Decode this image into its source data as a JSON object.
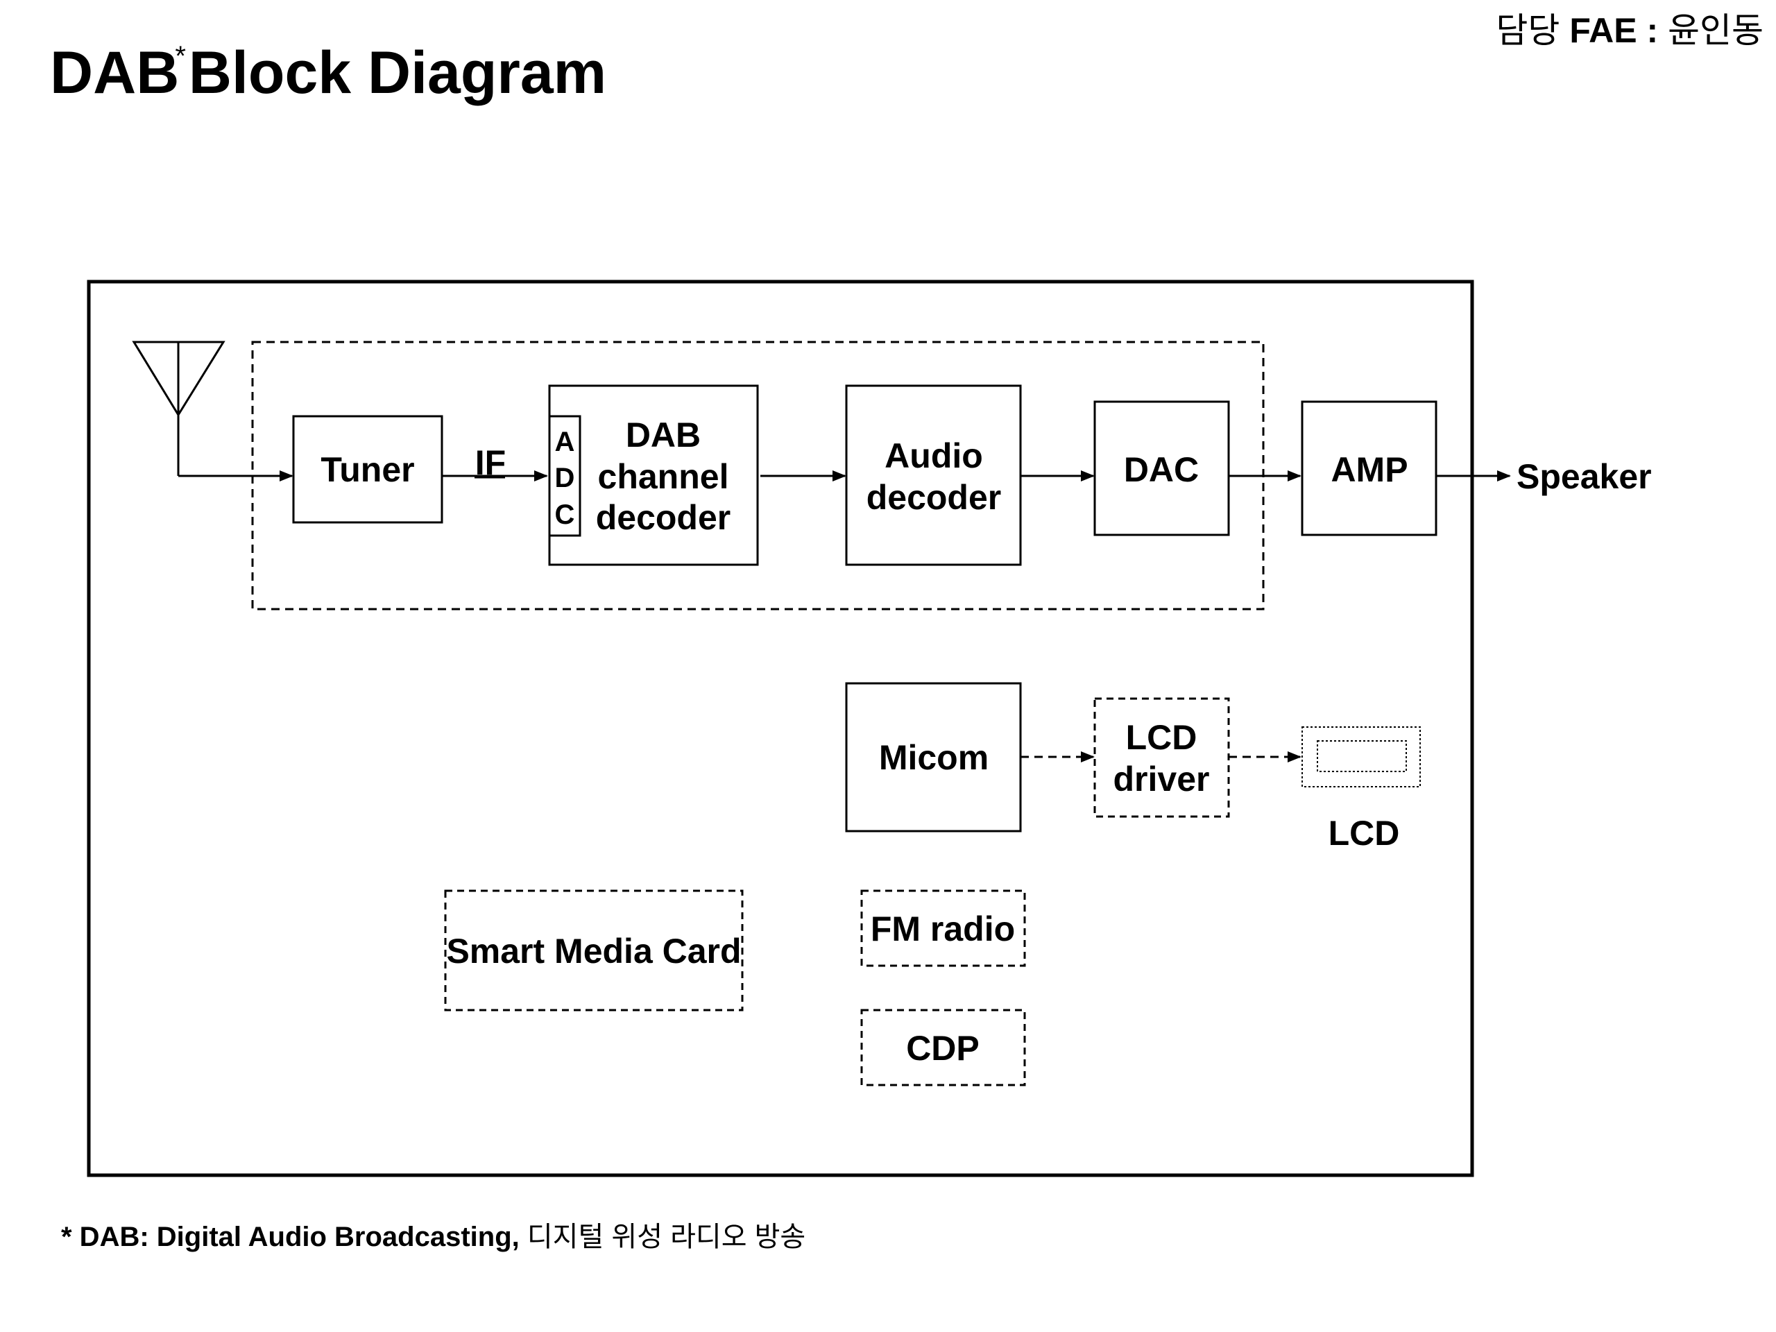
{
  "header": {
    "title": "DAB",
    "title_asterisk": "*",
    "title_rest": "Block Diagram",
    "presenter_prefix": "담당 ",
    "presenter_role": "FAE : ",
    "presenter_name": "윤인동"
  },
  "diagram": {
    "blocks": {
      "tuner": "Tuner",
      "if_label": "IF",
      "adc_a": "A",
      "adc_d": "D",
      "adc_c": "C",
      "dab_line1": "DAB",
      "dab_line2": "channel",
      "dab_line3": "decoder",
      "audio_line1": "Audio",
      "audio_line2": "decoder",
      "dac": "DAC",
      "amp": "AMP",
      "speaker": "Speaker",
      "micom": "Micom",
      "lcd_driver_line1": "LCD",
      "lcd_driver_line2": "driver",
      "lcd": "LCD",
      "smart_media_card": "Smart Media Card",
      "fm_radio": "FM radio",
      "cdp": "CDP"
    }
  },
  "footer": {
    "note_bold": "* DAB: Digital Audio Broadcasting, ",
    "note_korean": "디지털 위성 라디오 방송"
  }
}
